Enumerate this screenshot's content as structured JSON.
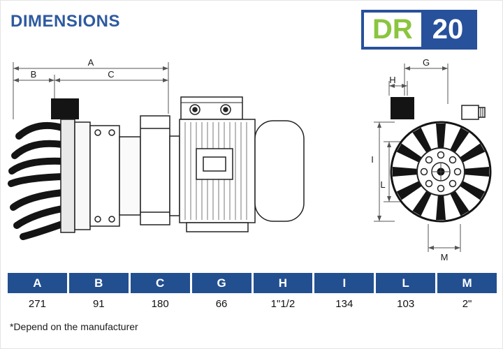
{
  "page": {
    "title": "DIMENSIONS",
    "badge": {
      "prefix": "DR",
      "number": "20"
    },
    "footnote": "*Depend on the manufacturer"
  },
  "colors": {
    "title_blue": "#2d5aa0",
    "badge_green": "#8bc53f",
    "badge_blue": "#27519b",
    "table_header_bg": "#224f90",
    "table_header_text": "#ffffff"
  },
  "table": {
    "columns": [
      "A",
      "B",
      "C",
      "G",
      "H",
      "I",
      "L",
      "M"
    ],
    "values": [
      "271",
      "91",
      "180",
      "66",
      "1\"1/2",
      "134",
      "103",
      "2\""
    ]
  },
  "drawing": {
    "side_labels": {
      "A": "A",
      "B": "B",
      "C": "C"
    },
    "front_labels": {
      "G": "G",
      "H": "H",
      "I": "I",
      "L": "L",
      "M": "M"
    }
  }
}
